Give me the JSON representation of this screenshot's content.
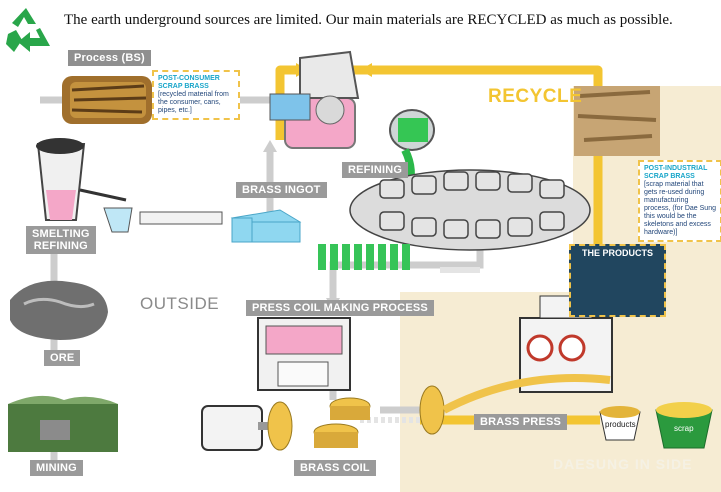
{
  "headline": "The earth underground sources are limited. Our main materials are RECYCLED as much as possible.",
  "icons": {
    "recycle": "recycle-icon"
  },
  "labels": {
    "process": "Process (BS)",
    "brass_ingot": "BRASS INGOT",
    "refining": "REFINING",
    "smelting": "SMELTING",
    "smelting_refining": "REFINING",
    "ore": "ORE",
    "mining": "MINING",
    "press_coil": "PRESS COIL MAKING PROCESS",
    "brass_coil": "BRASS COIL",
    "brass_press": "BRASS PRESS",
    "outside": "OUTSIDE",
    "recycle": "RECYCLE",
    "daesung_inside": "DAESUNG IN SIDE",
    "the_products": "THE PRODUCTS",
    "products_basket": "products",
    "scrap_basket": "scrap"
  },
  "notes": {
    "post_consumer": {
      "title_line1": "POST-CONSUMER",
      "title_line2": "SCRAP BRASS",
      "body": "[recycled material from the consumer, cans, pipes, etc.]"
    },
    "post_industrial": {
      "title_line1": "POST-INDUSTRIAL",
      "title_line2": "SCRAP BRASS",
      "body": "[scrap material that gets re-used during manufacturing process, (for Dae Sung this would be the skeletons and excess hardware)]"
    }
  },
  "colors": {
    "flow_arrow_gray": "#c9c9c9",
    "recycle_yellow": "#f3c532",
    "inside_area": "#f6ecd3",
    "label_gray": "#9a9a9a",
    "refining_green": "#2bb84a"
  }
}
